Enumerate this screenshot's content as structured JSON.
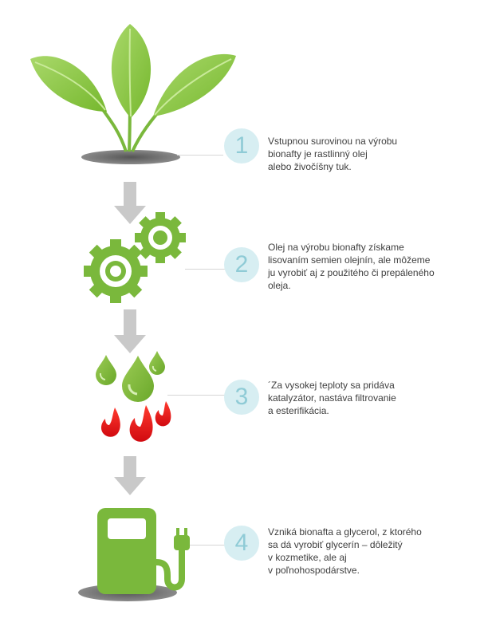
{
  "steps": [
    {
      "number": "1",
      "icon": "plant-icon",
      "lines": [
        "Vstupnou surovinou na výrobu",
        "bionafty je rastlinný olej",
        "alebo živočíšny tuk."
      ]
    },
    {
      "number": "2",
      "icon": "gears-icon",
      "lines": [
        "Olej na výrobu bionafty získame",
        "lisovaním semien olejnín, ale môžeme",
        "ju vyrobiť aj z použitého či prepáleného",
        "oleja."
      ]
    },
    {
      "number": "3",
      "icon": "oil-drops-and-flames-icon",
      "lines": [
        "´Za vysokej teploty sa pridáva",
        "katalyzátor, nastáva filtrovanie",
        "a esterifikácia."
      ]
    },
    {
      "number": "4",
      "icon": "fuel-pump-icon",
      "lines": [
        "Vzniká bionafta a glycerol, z ktorého",
        "sa dá vyrobiť glycerín – dôležitý",
        "v kozmetike, ale aj",
        "v poľnohospodárstve."
      ]
    }
  ],
  "colors": {
    "leaf_green": "#8cc63f",
    "leaf_light": "#b8e07a",
    "gear_green": "#7ab83c",
    "arrow_gray": "#c9c9c9",
    "circle_bg": "#d7eef2",
    "number_color": "#8fcbd6",
    "flame_red": "#e8161b",
    "shadow_gray": "#6b6b6b"
  }
}
